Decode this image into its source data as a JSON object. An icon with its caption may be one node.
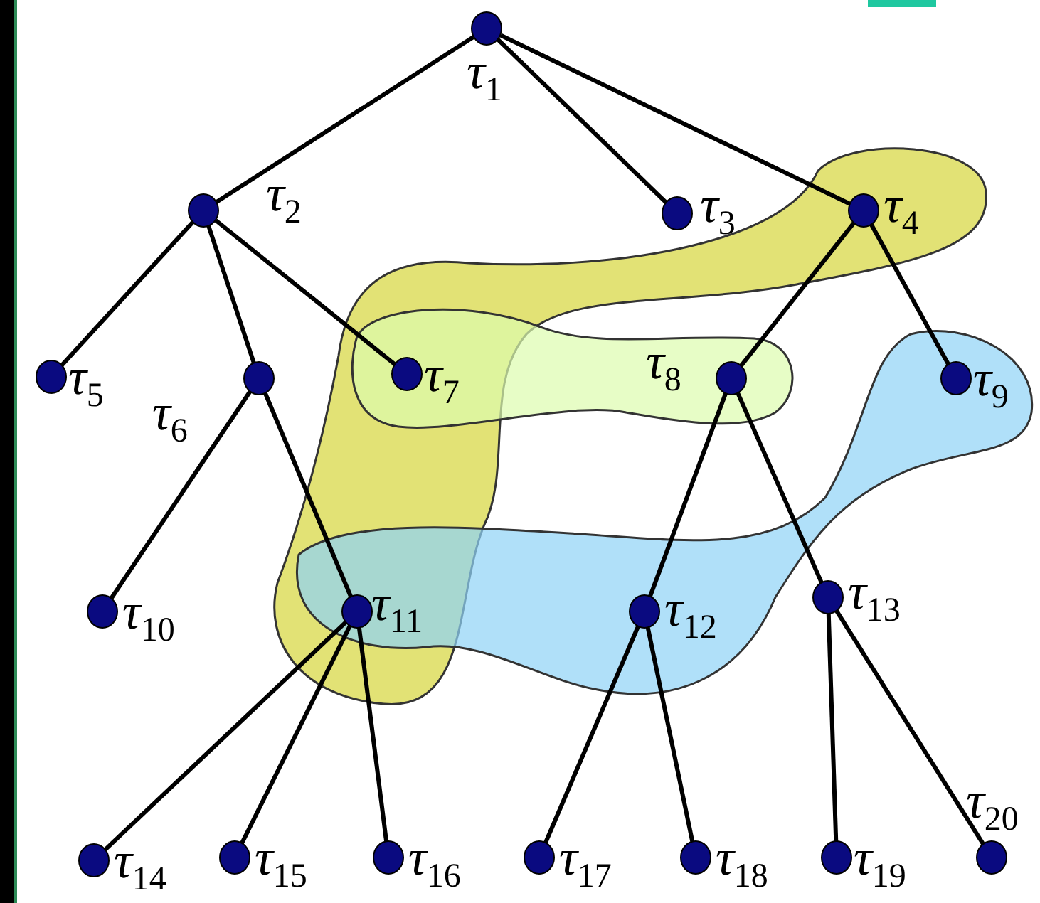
{
  "diagram": {
    "nodes": [
      {
        "text": [
          "τ$_{1}$"
        ]
      },
      {
        "text": [
          "τ$_{2}$"
        ]
      },
      {
        "text": [
          "τ$_{3}$"
        ]
      },
      {
        "text": [
          "τ$_{4}$"
        ]
      },
      {
        "text": [
          "τ$_{5}$"
        ]
      },
      {
        "text": [
          "τ$_{6}$"
        ]
      },
      {
        "text": [
          "τ$_{7}$"
        ]
      },
      {
        "text": [
          "τ$_{8}$"
        ]
      },
      {
        "text": [
          "τ$_{9}$"
        ]
      },
      {
        "text": [
          "τ$_{10}$"
        ]
      },
      {
        "text": [
          "τ$_{11}$"
        ]
      },
      {
        "text": [
          "τ$_{12}$"
        ]
      },
      {
        "text": [
          "τ$_{13}$"
        ]
      },
      {
        "text": [
          "τ$_{14}$"
        ]
      },
      {
        "text": [
          "τ$_{15}$"
        ]
      },
      {
        "text": [
          "τ$_{16}$"
        ]
      },
      {
        "text": [
          "τ$_{17}$"
        ]
      },
      {
        "text": [
          "τ$_{18}$"
        ]
      },
      {
        "text": [
          "τ$_{19}$"
        ]
      },
      {
        "text": [
          "τ$_{20}$"
        ]
      }
    ],
    "edges": [
      {
        "from": 0,
        "to": 1,
        "arrow": "none"
      },
      {
        "from": 0,
        "to": 2,
        "arrow": "none"
      },
      {
        "from": 0,
        "to": 3,
        "arrow": "none"
      },
      {
        "from": 1,
        "to": 4,
        "arrow": "none"
      },
      {
        "from": 1,
        "to": 5,
        "arrow": "none"
      },
      {
        "from": 1,
        "to": 6,
        "arrow": "none"
      },
      {
        "from": 3,
        "to": 7,
        "arrow": "none"
      },
      {
        "from": 3,
        "to": 8,
        "arrow": "none"
      },
      {
        "from": 5,
        "to": 9,
        "arrow": "none"
      },
      {
        "from": 5,
        "to": 10,
        "arrow": "none"
      },
      {
        "from": 7,
        "to": 11,
        "arrow": "none"
      },
      {
        "from": 7,
        "to": 12,
        "arrow": "none"
      },
      {
        "from": 10,
        "to": 13,
        "arrow": "none"
      },
      {
        "from": 10,
        "to": 14,
        "arrow": "none"
      },
      {
        "from": 10,
        "to": 15,
        "arrow": "none"
      },
      {
        "from": 11,
        "to": 16,
        "arrow": "none"
      },
      {
        "from": 11,
        "to": 17,
        "arrow": "none"
      },
      {
        "from": 12,
        "to": 18,
        "arrow": "none"
      },
      {
        "from": 12,
        "to": 19,
        "arrow": "none"
      }
    ]
  }
}
